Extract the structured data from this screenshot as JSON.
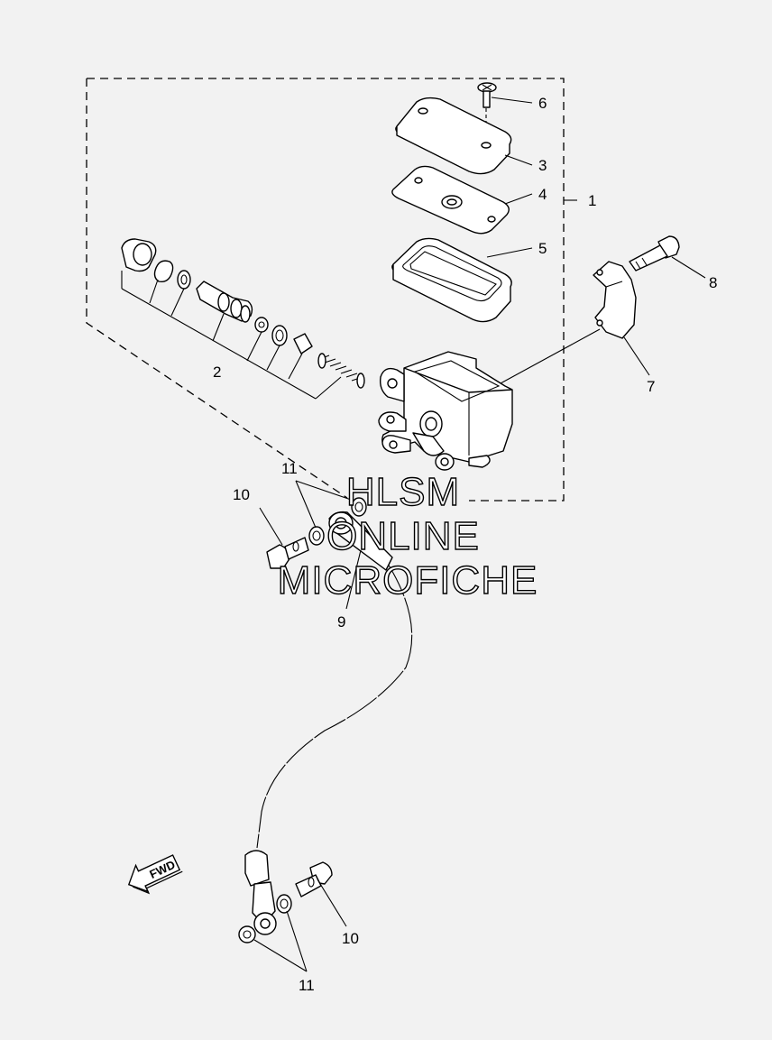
{
  "diagram": {
    "callouts": [
      "1",
      "2",
      "3",
      "4",
      "5",
      "6",
      "7",
      "8",
      "9",
      "10",
      "10",
      "11",
      "11"
    ],
    "direction_arrow": "FWD",
    "watermark": [
      "HLSM",
      "ONLINE",
      "MICROFICHE"
    ],
    "colors": {
      "background": "#f2f2f2",
      "line": "#000000",
      "part_fill": "#ffffff"
    }
  }
}
